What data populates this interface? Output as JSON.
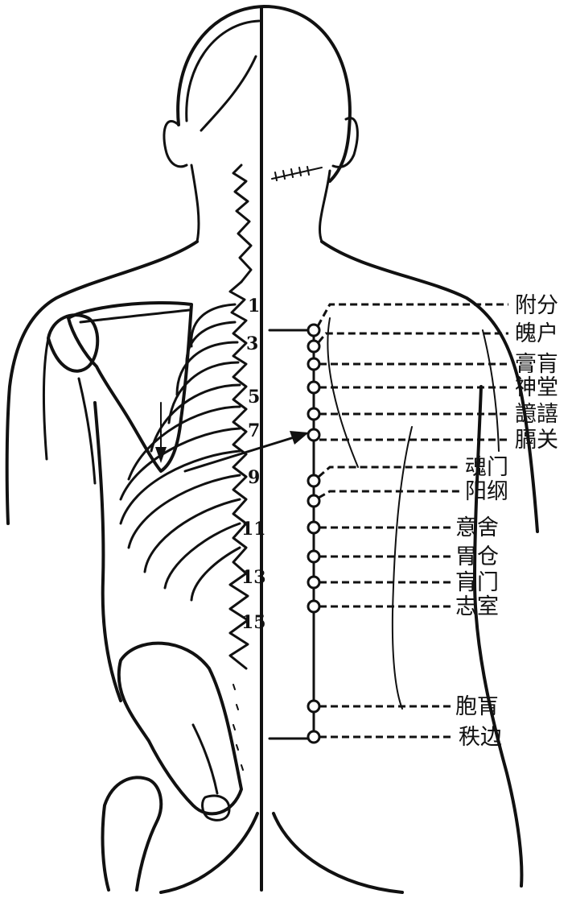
{
  "vertebra_labels": [
    "1",
    "3",
    "5",
    "7",
    "9",
    "11",
    "13",
    "15"
  ],
  "acupoints": [
    {
      "label": "附分"
    },
    {
      "label": "魄户"
    },
    {
      "label": "膏肓"
    },
    {
      "label": "神堂"
    },
    {
      "label": "譩譆"
    },
    {
      "label": "膈关"
    },
    {
      "label": "魂门"
    },
    {
      "label": "阳纲"
    },
    {
      "label": "意舍"
    },
    {
      "label": "胃仓"
    },
    {
      "label": "肓门"
    },
    {
      "label": "志室"
    },
    {
      "label": "胞肓"
    },
    {
      "label": "秩边"
    }
  ]
}
